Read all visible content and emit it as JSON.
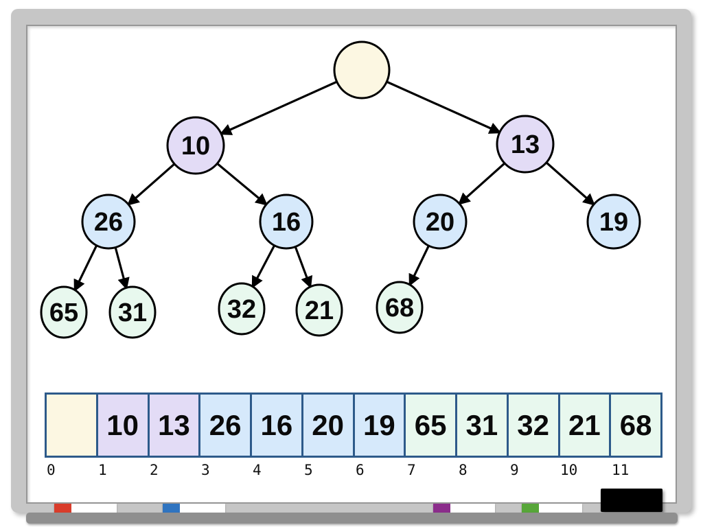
{
  "palette": {
    "root_fill": "#fcf7e2",
    "level1_fill": "#e3dcf6",
    "level2_fill": "#d6e9fb",
    "level3_fill": "#e8f8ee",
    "node_stroke": "#000000",
    "array_border": "#2d5a8a",
    "frame": "#c6c6c6",
    "tray": "#8f8f8f"
  },
  "tree": {
    "nodes": [
      {
        "id": "root",
        "value": "",
        "tier": "root"
      },
      {
        "id": "n1",
        "value": "10",
        "tier": "level1"
      },
      {
        "id": "n2",
        "value": "13",
        "tier": "level1"
      },
      {
        "id": "n3",
        "value": "26",
        "tier": "level2"
      },
      {
        "id": "n4",
        "value": "16",
        "tier": "level2"
      },
      {
        "id": "n5",
        "value": "20",
        "tier": "level2"
      },
      {
        "id": "n6",
        "value": "19",
        "tier": "level2"
      },
      {
        "id": "n7",
        "value": "65",
        "tier": "level3"
      },
      {
        "id": "n8",
        "value": "31",
        "tier": "level3"
      },
      {
        "id": "n9",
        "value": "32",
        "tier": "level3"
      },
      {
        "id": "n10",
        "value": "21",
        "tier": "level3"
      },
      {
        "id": "n11",
        "value": "68",
        "tier": "level3"
      }
    ],
    "edges": [
      {
        "from": "root",
        "to": "n1"
      },
      {
        "from": "root",
        "to": "n2"
      },
      {
        "from": "n1",
        "to": "n3"
      },
      {
        "from": "n1",
        "to": "n4"
      },
      {
        "from": "n2",
        "to": "n5"
      },
      {
        "from": "n2",
        "to": "n6"
      },
      {
        "from": "n3",
        "to": "n7"
      },
      {
        "from": "n3",
        "to": "n8"
      },
      {
        "from": "n4",
        "to": "n9"
      },
      {
        "from": "n4",
        "to": "n10"
      },
      {
        "from": "n5",
        "to": "n11"
      }
    ]
  },
  "array": {
    "cells": [
      {
        "index": "0",
        "value": "",
        "tier": "root"
      },
      {
        "index": "1",
        "value": "10",
        "tier": "level1"
      },
      {
        "index": "2",
        "value": "13",
        "tier": "level1"
      },
      {
        "index": "3",
        "value": "26",
        "tier": "level2"
      },
      {
        "index": "4",
        "value": "16",
        "tier": "level2"
      },
      {
        "index": "5",
        "value": "20",
        "tier": "level2"
      },
      {
        "index": "6",
        "value": "19",
        "tier": "level2"
      },
      {
        "index": "7",
        "value": "65",
        "tier": "level3"
      },
      {
        "index": "8",
        "value": "31",
        "tier": "level3"
      },
      {
        "index": "9",
        "value": "32",
        "tier": "level3"
      },
      {
        "index": "10",
        "value": "21",
        "tier": "level3"
      },
      {
        "index": "11",
        "value": "68",
        "tier": "level3"
      }
    ]
  },
  "tray_items": {
    "markers": [
      {
        "name": "red-marker",
        "tip_color": "#d93c2b"
      },
      {
        "name": "blue-marker",
        "tip_color": "#2f74c0"
      },
      {
        "name": "purple-marker",
        "tip_color": "#8b2d8b"
      },
      {
        "name": "green-marker",
        "tip_color": "#57a639"
      }
    ],
    "eraser": {
      "name": "eraser",
      "color": "#000000"
    }
  }
}
